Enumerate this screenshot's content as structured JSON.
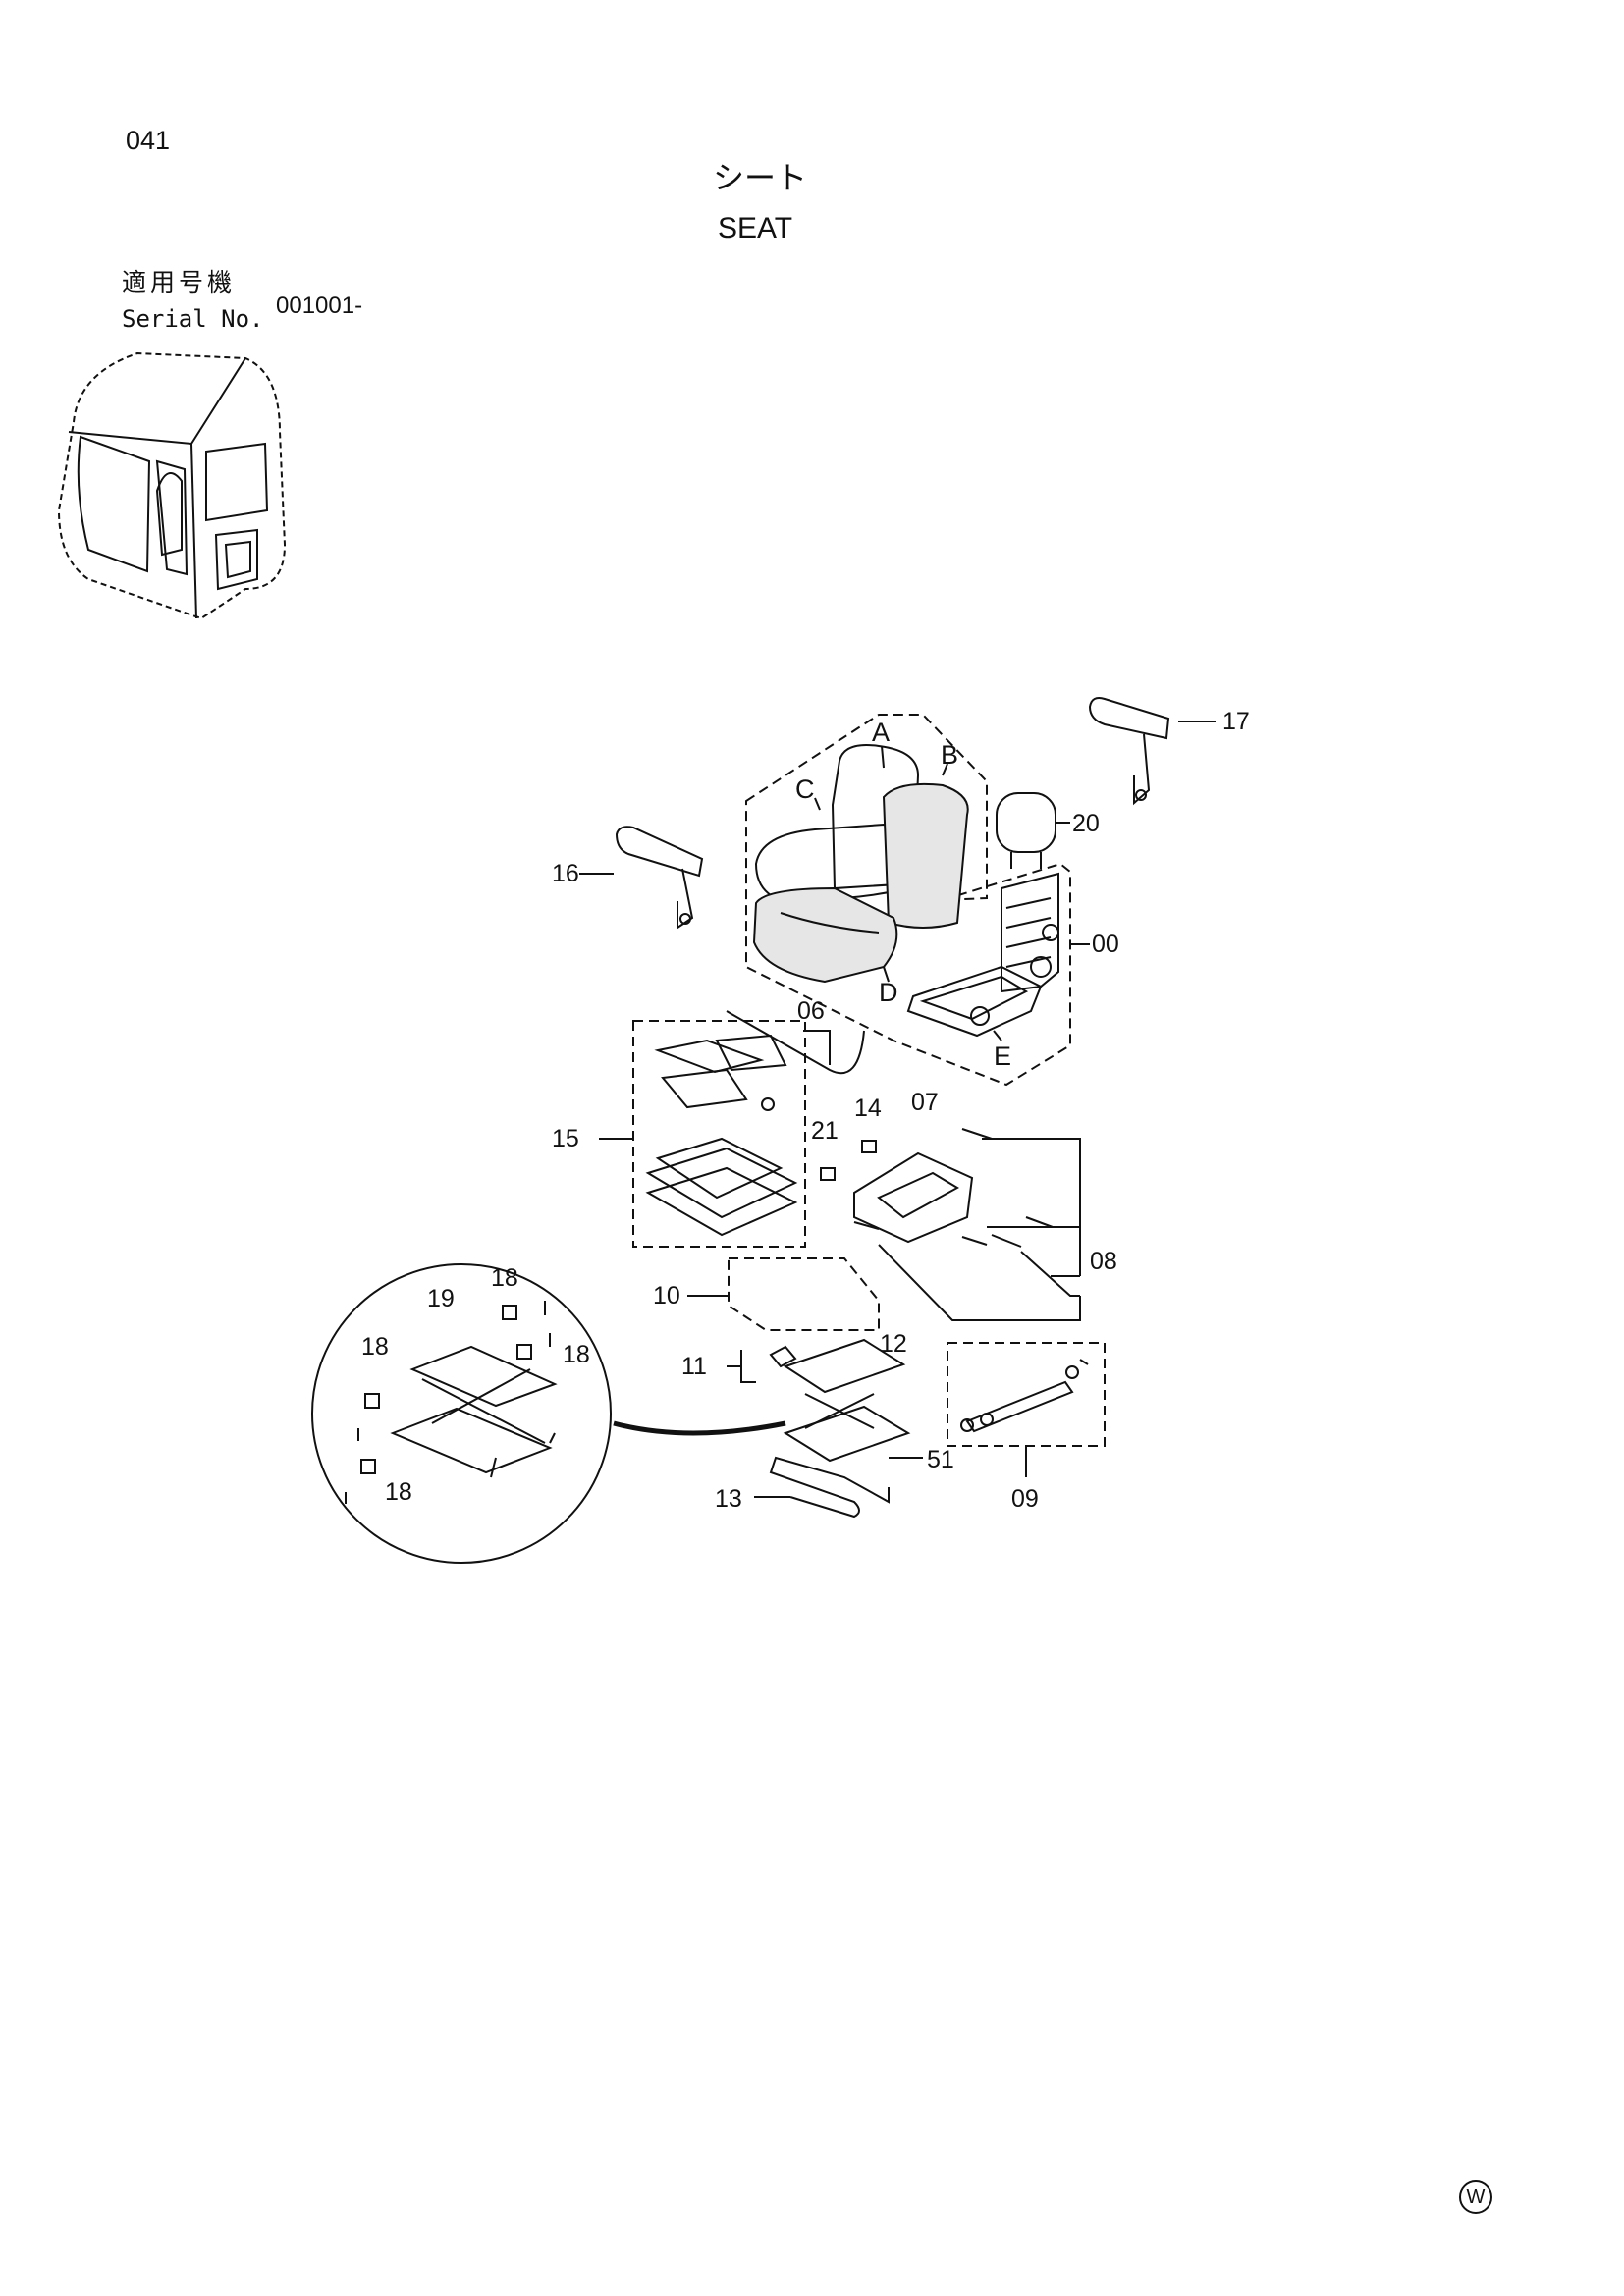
{
  "page": {
    "number": "041",
    "title_jp": "シート",
    "title_en": "SEAT",
    "serial_label_jp": "適用号機",
    "serial_label_en": "Serial No.",
    "serial_value": "001001-",
    "maker_mark": "W"
  },
  "callouts": {
    "c00": "00",
    "c06": "06",
    "c07": "07",
    "c08": "08",
    "c09": "09",
    "c10": "10",
    "c11": "11",
    "c12": "12",
    "c13": "13",
    "c14": "14",
    "c15": "15",
    "c16": "16",
    "c17": "17",
    "c18": "18",
    "c19": "19",
    "c20": "20",
    "c21": "21",
    "c51": "51"
  },
  "subparts": {
    "A": "A",
    "B": "B",
    "C": "C",
    "D": "D",
    "E": "E"
  }
}
